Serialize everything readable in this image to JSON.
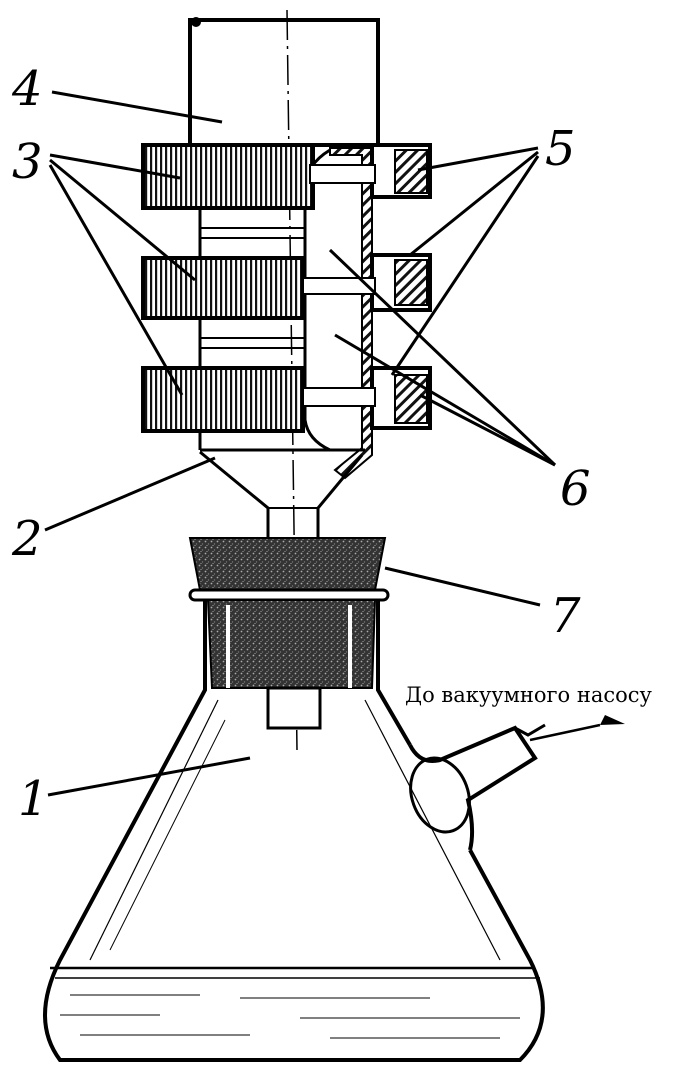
{
  "diagram": {
    "labels": [
      {
        "id": "1",
        "text": "1"
      },
      {
        "id": "2",
        "text": "2"
      },
      {
        "id": "3",
        "text": "3"
      },
      {
        "id": "4",
        "text": "4"
      },
      {
        "id": "5",
        "text": "5"
      },
      {
        "id": "6",
        "text": "6"
      },
      {
        "id": "7",
        "text": "7"
      }
    ],
    "pump_caption": "До вакуумного насосу"
  }
}
